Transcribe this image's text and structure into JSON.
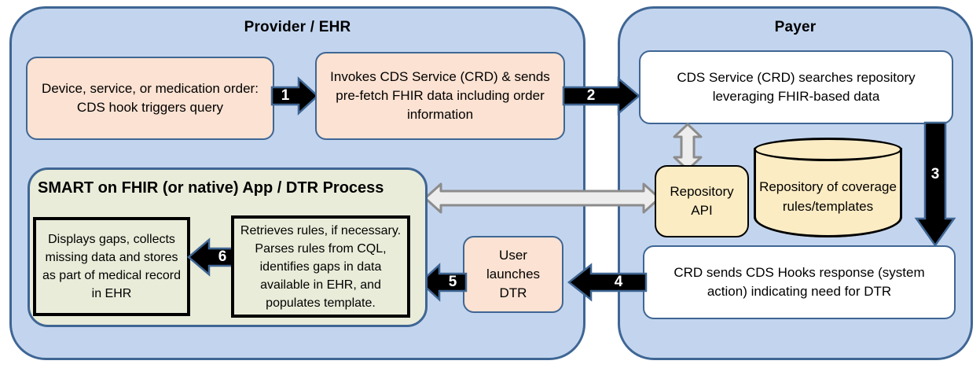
{
  "diagram": {
    "title": "CRD / DTR workflow between Provider/EHR and Payer",
    "colors": {
      "panel_fill": "#c3d5ee",
      "panel_border": "#3f6694",
      "peach_box": "#fbe2d2",
      "white_box": "#ffffff",
      "cream_box": "#fcecc4",
      "green_panel": "#e9ecd9",
      "black_arrow": "#000000",
      "gray_arrow": "#ededed",
      "gray_arrow_border": "#8c8c8c"
    }
  },
  "panels": [
    {
      "id": "provider",
      "label": "Provider / EHR"
    },
    {
      "id": "payer",
      "label": "Payer"
    }
  ],
  "boxes": {
    "order_trigger": "Device, service, or medication order: CDS hook triggers query",
    "invokes_cds": "Invokes CDS Service (CRD) & sends pre-fetch FHIR data including order information",
    "cds_searches": "CDS Service (CRD) searches repository leveraging FHIR-based data",
    "repository_api": "Repository API",
    "repository_cylinder": "Repository of coverage rules/templates",
    "crd_response": "CRD sends CDS Hooks response (system action) indicating need for DTR",
    "user_launches_dtr": "User launches DTR",
    "smart_panel_title": "SMART on FHIR (or native) App / DTR Process",
    "retrieves_rules": "Retrieves rules, if necessary. Parses rules from CQL, identifies gaps in data available in EHR, and populates template.",
    "displays_gaps": "Displays gaps, collects missing data and stores as part of medical record in EHR"
  },
  "arrows": [
    {
      "id": "arrow-1",
      "number": "1",
      "direction": "right",
      "from": "order_trigger",
      "to": "invokes_cds",
      "style": "black-block"
    },
    {
      "id": "arrow-2",
      "number": "2",
      "direction": "right",
      "from": "invokes_cds",
      "to": "cds_searches",
      "style": "black-block"
    },
    {
      "id": "arrow-3",
      "number": "3",
      "direction": "down",
      "from": "cds_searches",
      "to": "crd_response",
      "style": "black-block"
    },
    {
      "id": "arrow-4",
      "number": "4",
      "direction": "left",
      "from": "crd_response",
      "to": "user_launches_dtr",
      "style": "black-block"
    },
    {
      "id": "arrow-5",
      "number": "5",
      "direction": "left",
      "from": "user_launches_dtr",
      "to": "smart_panel",
      "style": "black-block"
    },
    {
      "id": "arrow-6",
      "number": "6",
      "direction": "left",
      "from": "retrieves_rules",
      "to": "displays_gaps",
      "style": "black-block"
    },
    {
      "id": "arrow-api-vertical",
      "number": "",
      "direction": "both-vertical",
      "from": "cds_searches",
      "to": "repository_api",
      "style": "gray-double"
    },
    {
      "id": "arrow-api-horizontal",
      "number": "",
      "direction": "both-horizontal",
      "from": "smart_panel",
      "to": "repository_api",
      "style": "gray-double"
    }
  ]
}
